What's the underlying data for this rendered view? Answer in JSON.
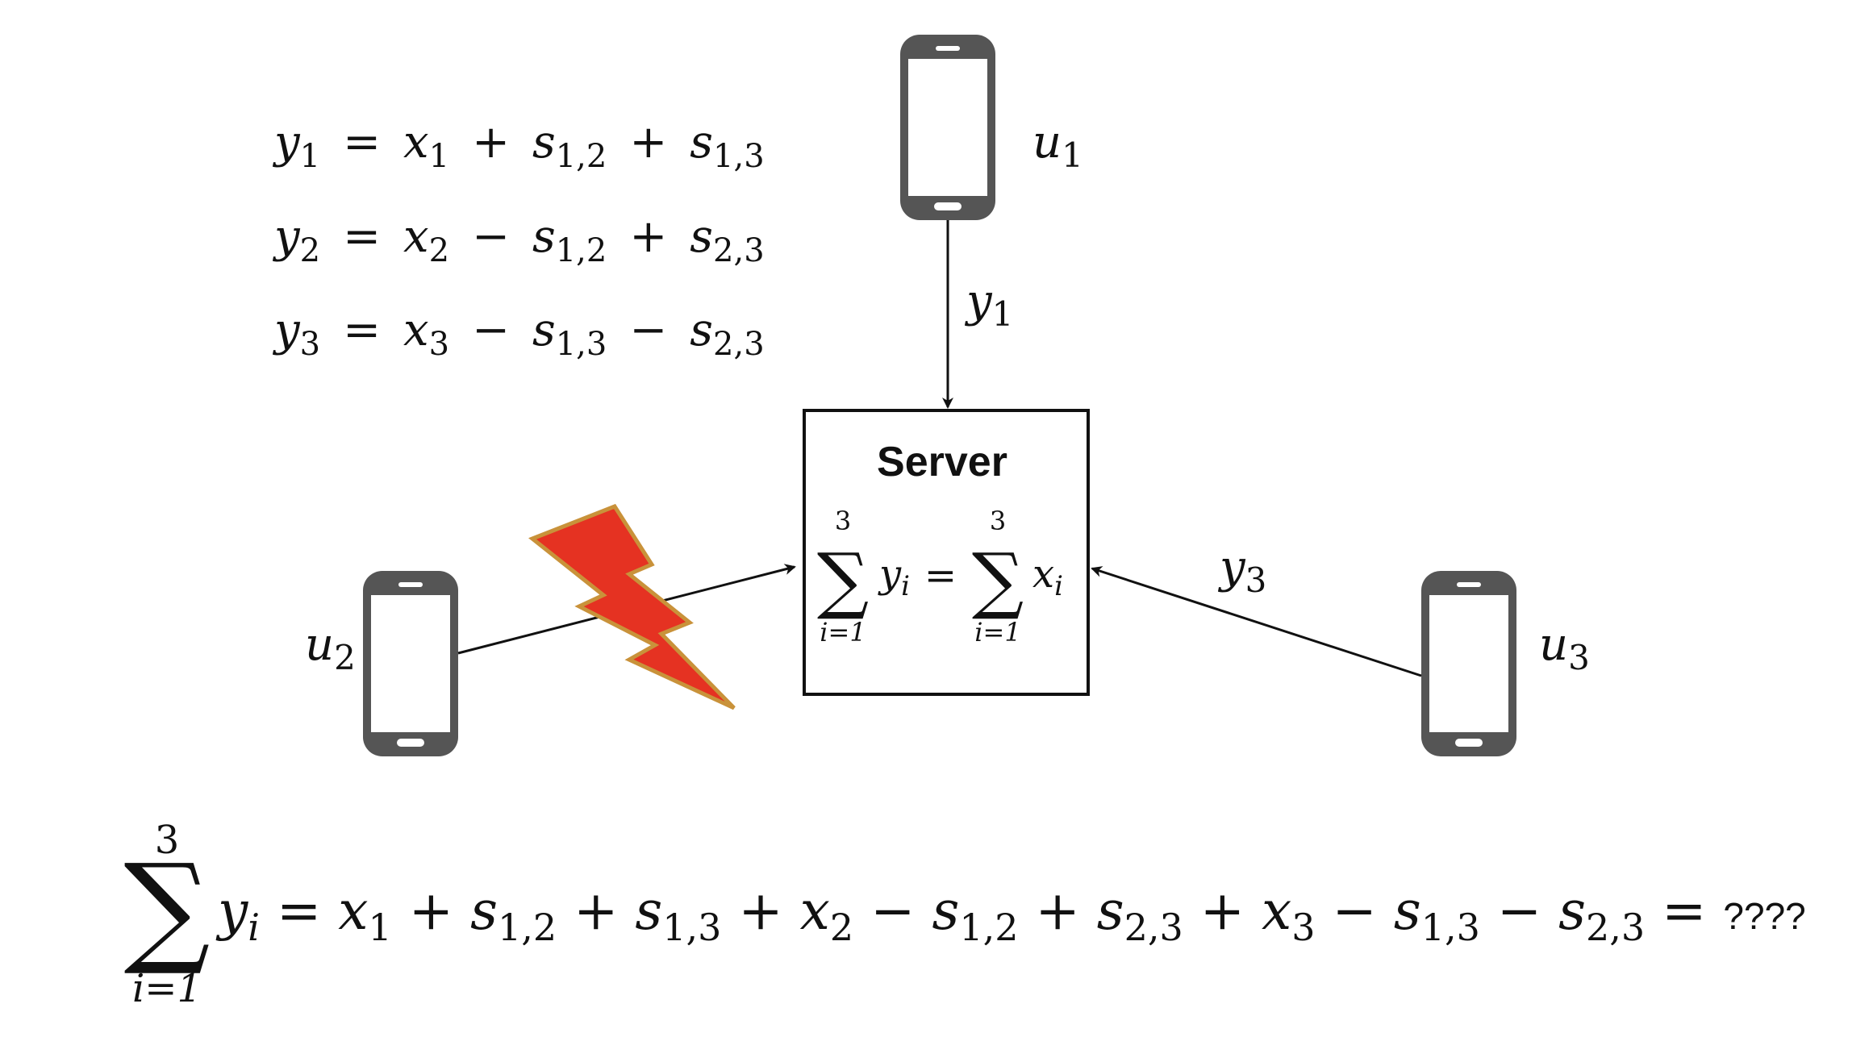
{
  "equations": [
    {
      "y": "y",
      "ysub": "1",
      "rhs": [
        {
          "sign": "=",
          "v": "x",
          "sub": "1"
        },
        {
          "sign": "+",
          "v": "s",
          "sub": "1,2"
        },
        {
          "sign": "+",
          "v": "s",
          "sub": "1,3"
        }
      ]
    },
    {
      "y": "y",
      "ysub": "2",
      "rhs": [
        {
          "sign": "=",
          "v": "x",
          "sub": "2"
        },
        {
          "sign": "−",
          "v": "s",
          "sub": "1,2"
        },
        {
          "sign": "+",
          "v": "s",
          "sub": "2,3"
        }
      ]
    },
    {
      "y": "y",
      "ysub": "3",
      "rhs": [
        {
          "sign": "=",
          "v": "x",
          "sub": "3"
        },
        {
          "sign": "−",
          "v": "s",
          "sub": "1,3"
        },
        {
          "sign": "−",
          "v": "s",
          "sub": "2,3"
        }
      ]
    }
  ],
  "users": {
    "u1": {
      "name": "u",
      "sub": "1"
    },
    "u2": {
      "name": "u",
      "sub": "2"
    },
    "u3": {
      "name": "u",
      "sub": "3"
    }
  },
  "edges": {
    "y1": {
      "name": "y",
      "sub": "1"
    },
    "y3": {
      "name": "y",
      "sub": "3"
    }
  },
  "server": {
    "title": "Server",
    "sum_top": "3",
    "sum_bottom": "i=1",
    "lhs_var": "y",
    "rhs_var": "x",
    "index": "i",
    "equals": "="
  },
  "bottom": {
    "sum_top": "3",
    "sum_bottom": "i=1",
    "var": "y",
    "index": "i",
    "terms": [
      {
        "sign": "=",
        "v": "x",
        "sub": "1"
      },
      {
        "sign": "+",
        "v": "s",
        "sub": "1,2"
      },
      {
        "sign": "+",
        "v": "s",
        "sub": "1,3"
      },
      {
        "sign": "+",
        "v": "x",
        "sub": "2"
      },
      {
        "sign": "−",
        "v": "s",
        "sub": "1,2"
      },
      {
        "sign": "+",
        "v": "s",
        "sub": "2,3"
      },
      {
        "sign": "+",
        "v": "x",
        "sub": "3"
      },
      {
        "sign": "−",
        "v": "s",
        "sub": "1,3"
      },
      {
        "sign": "−",
        "v": "s",
        "sub": "2,3"
      }
    ],
    "final_equals": "=",
    "unknown": "????"
  },
  "colors": {
    "phone": "#555555",
    "lightning_fill": "#e53222",
    "lightning_stroke": "#c9923a",
    "line": "#111111"
  },
  "icons": {
    "phone": "smartphone-icon",
    "failure": "lightning-bolt-icon"
  }
}
